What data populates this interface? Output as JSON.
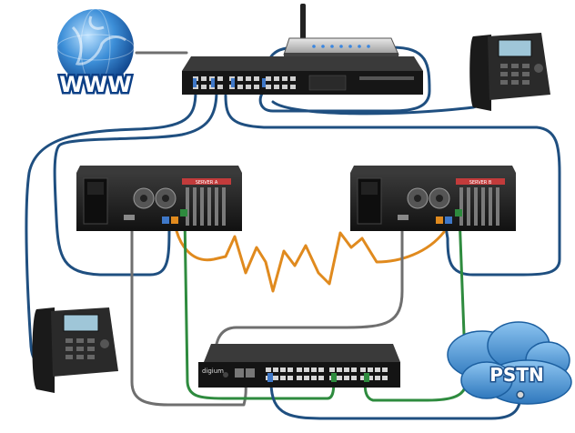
{
  "globe": {
    "label": "WWW",
    "icon": "globe-icon"
  },
  "cloud": {
    "label": "PSTN",
    "icon": "cloud-icon"
  },
  "server_left": {
    "badge": "SERVER A"
  },
  "server_right": {
    "badge": "SERVER B"
  },
  "appliance": {
    "brand": "digium"
  },
  "phones": [
    {
      "screen": ""
    },
    {
      "screen": ""
    }
  ],
  "colors": {
    "lan_cable": "#1f4f80",
    "crossover_cable": "#e08a1e",
    "pstn_cable": "#2e8b3e",
    "gray_cable": "#6f6f6f",
    "device_body": "#1c1c1c",
    "cloud_fill": "#4d9ad6"
  }
}
